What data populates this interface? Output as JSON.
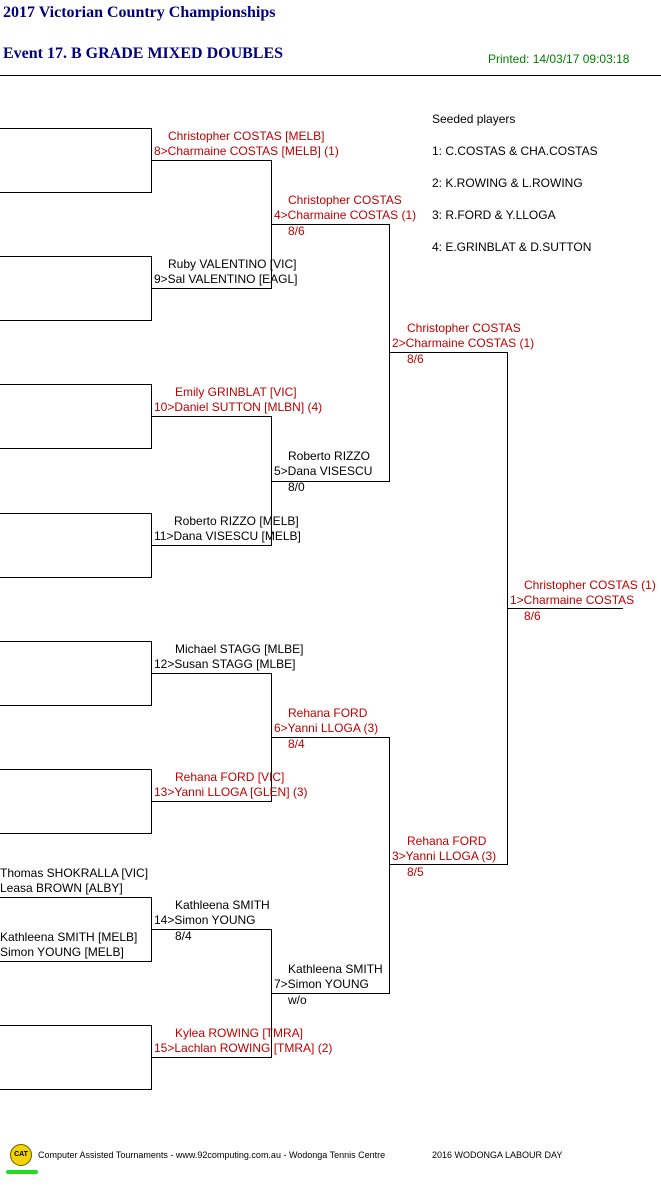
{
  "header": {
    "title": "2017 Victorian Country Championships",
    "event": "Event 17. B GRADE MIXED DOUBLES",
    "printed": "Printed: 14/03/17 09:03:18"
  },
  "seeds": {
    "heading": "Seeded players",
    "items": [
      "1: C.COSTAS & CHA.COSTAS",
      "2: K.ROWING & L.ROWING",
      "3: R.FORD & Y.LLOGA",
      "4: E.GRINBLAT & D.SUTTON"
    ]
  },
  "entrants": {
    "e1a": "Thomas SHOKRALLA [VIC]",
    "e1b": "Leasa BROWN [ALBY]",
    "e2a": "Kathleena SMITH [MELB]",
    "e2b": "Simon YOUNG [MELB]"
  },
  "round1": [
    {
      "a": "Christopher COSTAS [MELB]",
      "b": "8>Charmaine COSTAS [MELB] (1)",
      "score": ""
    },
    {
      "a": "Ruby VALENTINO [VIC]",
      "b": "9>Sal VALENTINO [EAGL]",
      "score": ""
    },
    {
      "a": "Emily GRINBLAT [VIC]",
      "b": "10>Daniel SUTTON [MLBN] (4)",
      "score": ""
    },
    {
      "a": "Roberto RIZZO [MELB]",
      "b": "11>Dana VISESCU [MELB]",
      "score": ""
    },
    {
      "a": "Michael STAGG [MLBE]",
      "b": "12>Susan STAGG [MLBE]",
      "score": ""
    },
    {
      "a": "Rehana FORD [VIC]",
      "b": "13>Yanni LLOGA [GLEN] (3)",
      "score": ""
    },
    {
      "a": "Kathleena SMITH",
      "b": "14>Simon YOUNG",
      "score": "8/4"
    },
    {
      "a": "Kylea ROWING [TMRA]",
      "b": "15>Lachlan ROWING [TMRA] (2)",
      "score": ""
    }
  ],
  "round2": [
    {
      "a": "Christopher COSTAS",
      "b": "4>Charmaine COSTAS (1)",
      "score": "8/6"
    },
    {
      "a": "Roberto RIZZO",
      "b": "5>Dana VISESCU",
      "score": "8/0"
    },
    {
      "a": "Rehana FORD",
      "b": "6>Yanni LLOGA (3)",
      "score": "8/4"
    },
    {
      "a": "Kathleena SMITH",
      "b": "7>Simon YOUNG",
      "score": "w/o"
    }
  ],
  "round3": [
    {
      "a": "Christopher COSTAS",
      "b": "2>Charmaine COSTAS (1)",
      "score": "8/6"
    },
    {
      "a": "Rehana FORD",
      "b": "3>Yanni LLOGA (3)",
      "score": "8/5"
    }
  ],
  "final": {
    "a": "Christopher COSTAS (1)",
    "b": "1>Charmaine COSTAS",
    "score": "8/6"
  },
  "footer": {
    "logo": "CAT",
    "left": "Computer Assisted Tournaments - www.92computing.com.au -  Wodonga Tennis Centre",
    "right": "2016 WODONGA LABOUR DAY"
  }
}
